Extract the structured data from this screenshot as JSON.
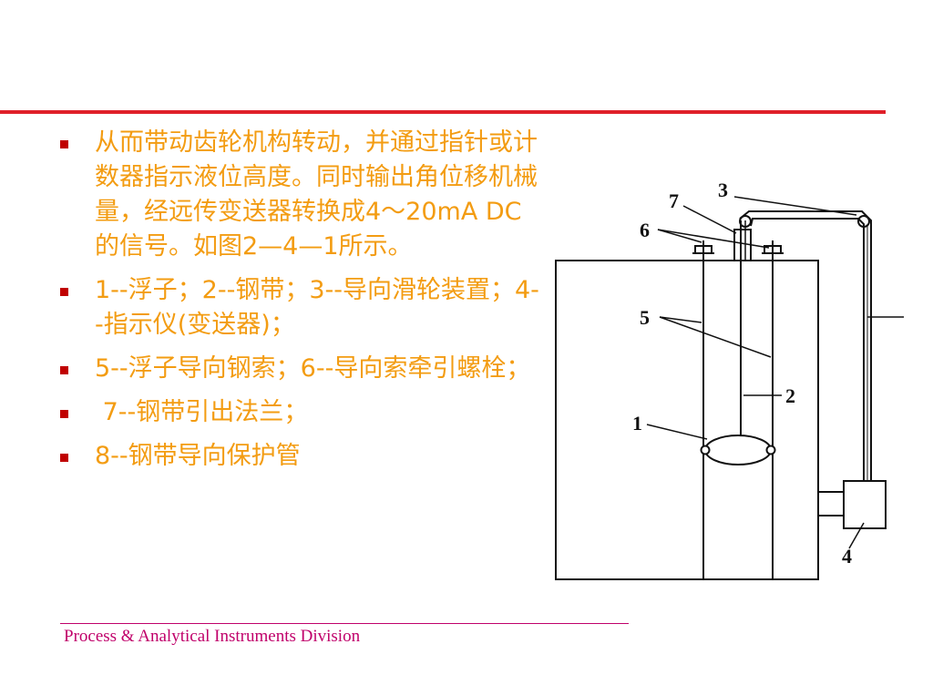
{
  "bullets": [
    "从而带动齿轮机构转动，并通过指针或计数器指示液位高度。同时输出角位移机械量，经远传变送器转换成4～20mA DC的信号。如图2—4—1所示。",
    "1--浮子；2--钢带；3--导向滑轮装置；4--指示仪(变送器)；",
    "5--浮子导向钢索；6--导向索牵引螺栓；",
    " 7--钢带引出法兰；",
    "8--钢带导向保护管"
  ],
  "diagram_labels": [
    "1",
    "2",
    "3",
    "4",
    "5",
    "6",
    "7"
  ],
  "footer": "Process & Analytical Instruments Division",
  "colors": {
    "accent_red": "#e0202a",
    "bullet_text": "#f39c12",
    "bullet_marker": "#c00000",
    "footer": "#c0006a"
  }
}
